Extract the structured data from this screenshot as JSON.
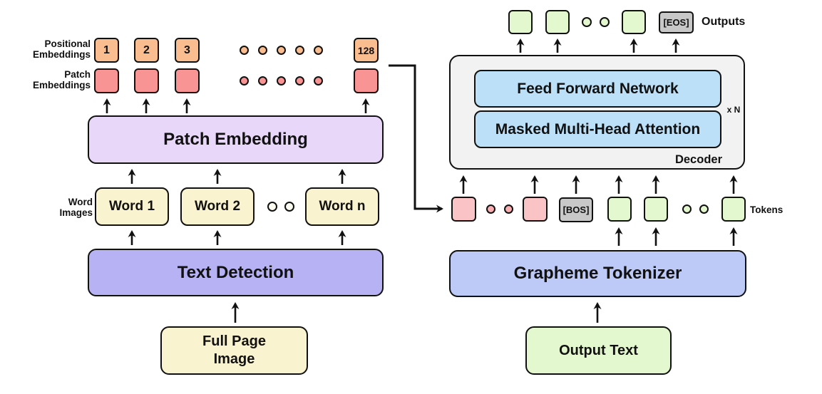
{
  "diagram_title": "OCR encoder-decoder architecture diagram",
  "colors": {
    "positional_square": "#F9BD8F",
    "patch_square": "#F99495",
    "patch_embedding_box": "#E9D7FA",
    "word_box": "#FAF3CF",
    "text_detection_box": "#B7B2F3",
    "decoder_box": "#F2F2F2",
    "attention_box": "#BCE0F8",
    "green_token": "#E3F8CE",
    "special_token_gray": "#C8C8C8",
    "pink_token": "#FAC4C7",
    "grapheme_tokenizer_box": "#BDC9F7",
    "output_text_box": "#E4F8CF",
    "border": "#111111"
  },
  "left": {
    "positional_label": [
      "Positional",
      "Embeddings"
    ],
    "patch_label": [
      "Patch",
      "Embeddings"
    ],
    "positional_tokens": [
      "1",
      "2",
      "3",
      "128"
    ],
    "patch_embedding_box": "Patch Embedding",
    "word_images_label": [
      "Word",
      "Images"
    ],
    "word_boxes": [
      "Word 1",
      "Word 2",
      "Word n"
    ],
    "text_detection_box": "Text Detection",
    "full_page_image_box": [
      "Full Page",
      "Image"
    ]
  },
  "right": {
    "outputs_label": "Outputs",
    "eos_token": "[EOS]",
    "decoder": {
      "ffn": "Feed Forward Network",
      "mmha": "Masked Multi-Head Attention",
      "repeat": "x N",
      "label": "Decoder"
    },
    "bos_token": "[BOS]",
    "tokens_label": "Tokens",
    "grapheme_tokenizer_box": "Grapheme Tokenizer",
    "output_text_box": "Output Text"
  }
}
